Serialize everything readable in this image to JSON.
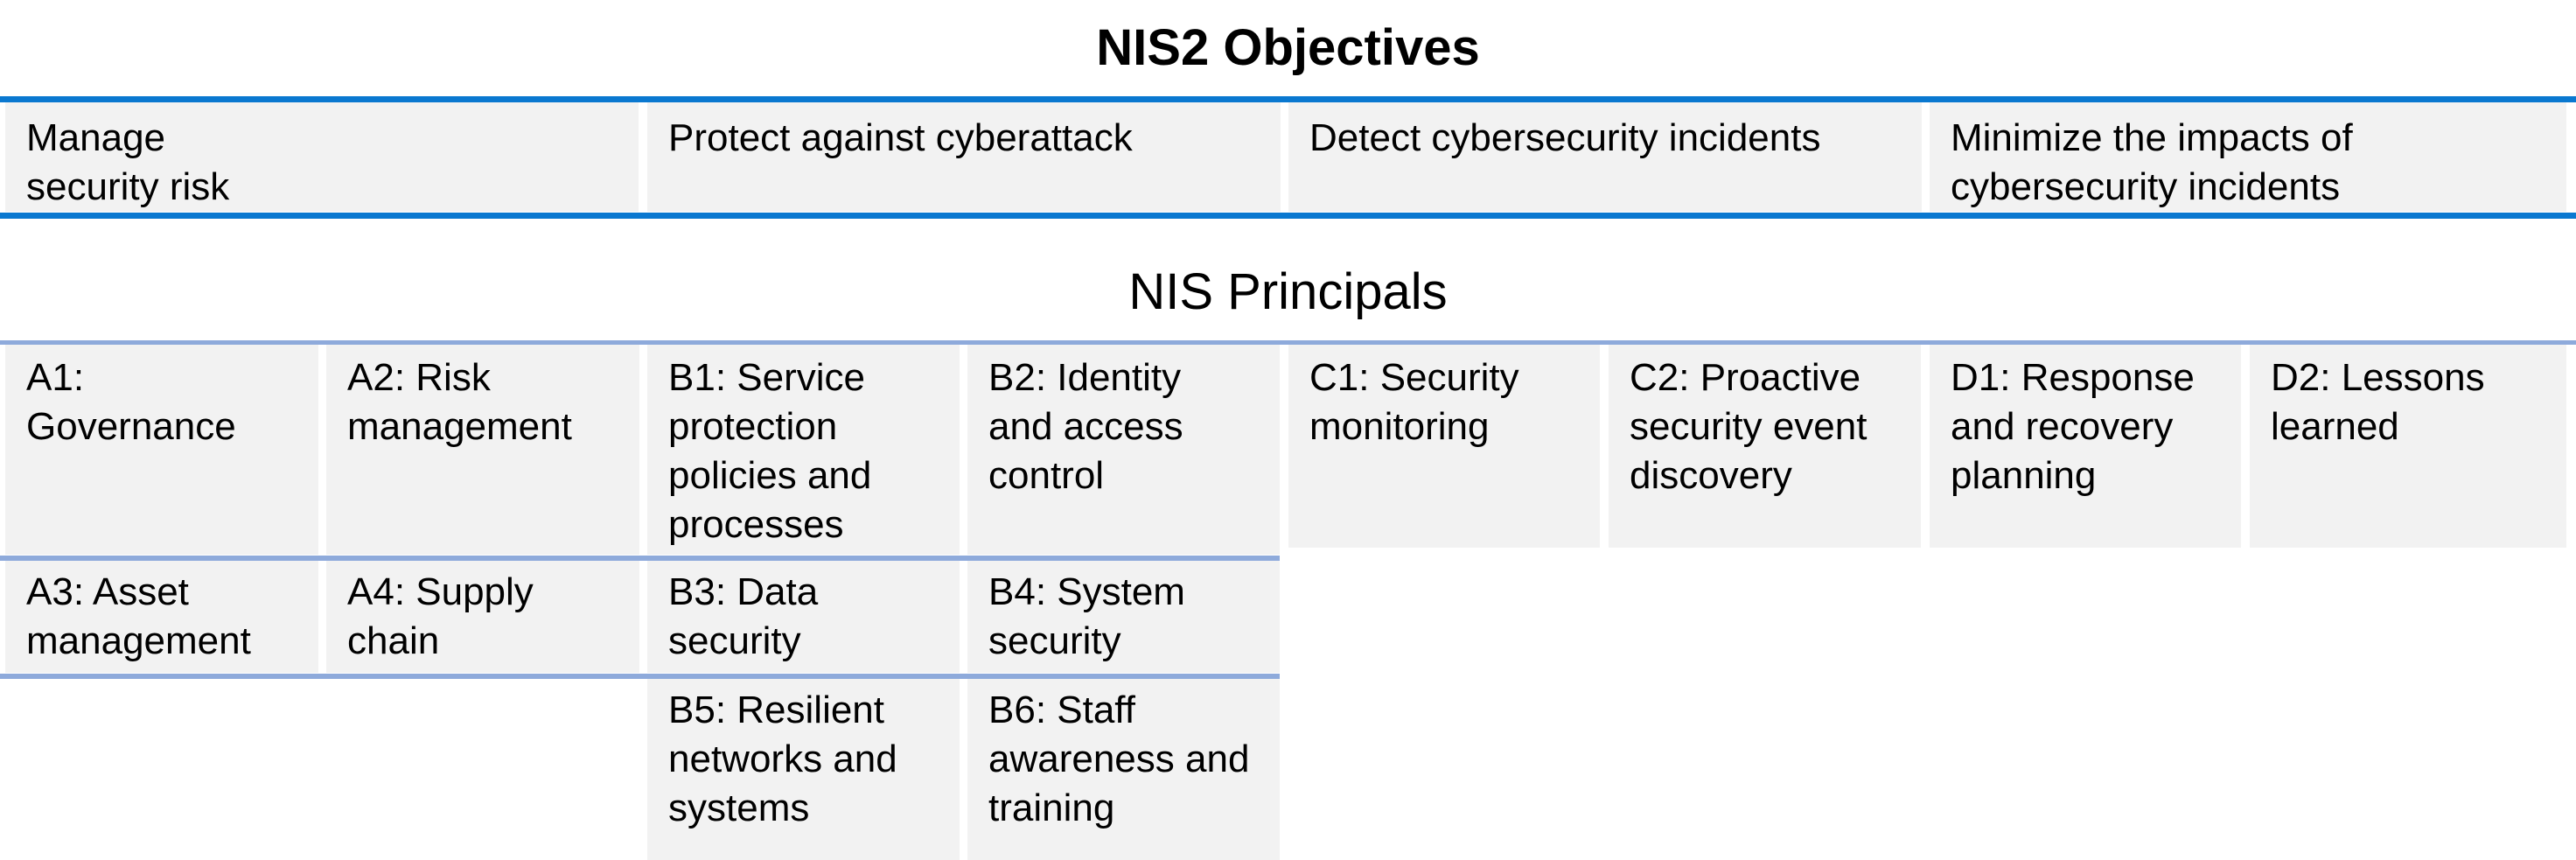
{
  "objectives": {
    "title": "NIS2 Objectives",
    "items": [
      "Manage\nsecurity risk",
      "Protect against cyberattack",
      "Detect cybersecurity incidents",
      "Minimize the impacts of\ncybersecurity incidents"
    ]
  },
  "principals": {
    "title": "NIS Principals",
    "items": {
      "a1": "A1:\nGovernance",
      "a2": "A2: Risk\nmanagement",
      "b1": "B1: Service\nprotection\npolicies and\nprocesses",
      "b2": "B2: Identity\nand access\ncontrol",
      "c1": "C1: Security\nmonitoring",
      "c2": "C2: Proactive\nsecurity event\ndiscovery",
      "d1": "D1: Response\nand recovery\nplanning",
      "d2": "D2: Lessons\nlearned",
      "a3": "A3: Asset\nmanagement",
      "a4": "A4: Supply\nchain",
      "b3": "B3: Data\nsecurity",
      "b4": "B4: System\nsecurity",
      "b5": "B5: Resilient\nnetworks and\nsystems",
      "b6": "B6: Staff\nawareness and\ntraining"
    }
  },
  "colors": {
    "objectives_line": "#0a78d0",
    "principals_line": "#8eaadb",
    "cell_fill": "#f2f2f2"
  }
}
